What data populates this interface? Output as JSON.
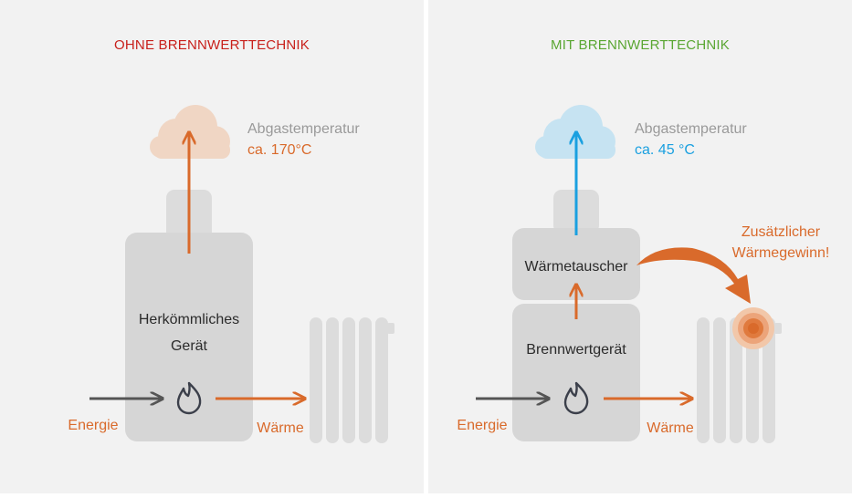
{
  "colors": {
    "panel_bg": "#f2f2f2",
    "divider": "#ffffff",
    "device": "#d6d6d6",
    "device_light": "#dcdcdc",
    "orange": "#d96a2b",
    "red_title": "#c8201b",
    "green_title": "#5aa632",
    "blue": "#1aa0e0",
    "gray_text": "#9a9a9a",
    "arrow_gray": "#555555",
    "cloud_left": "#f0d6c4",
    "cloud_right": "#c6e3f2",
    "flame": "#3b3f4a"
  },
  "left": {
    "title": "OHNE BRENNWERTTECHNIK",
    "temp_label": "Abgastemperatur",
    "temp_value": "ca. 170°C",
    "device_line1": "Herkömmliches",
    "device_line2": "Gerät",
    "energy_label": "Energie",
    "heat_label": "Wärme"
  },
  "right": {
    "title": "MIT BRENNWERTTECHNIK",
    "temp_label": "Abgastemperatur",
    "temp_value": "ca. 45 °C",
    "exchanger_label": "Wärmetauscher",
    "device_label": "Brennwertgerät",
    "bonus_line1": "Zusätzlicher",
    "bonus_line2": "Wärmegewinn!",
    "energy_label": "Energie",
    "heat_label": "Wärme"
  },
  "icons": {
    "flame": "flame-icon",
    "cloud": "cloud-icon",
    "radiator": "radiator-icon",
    "heat_glow": "heat-glow-icon"
  }
}
